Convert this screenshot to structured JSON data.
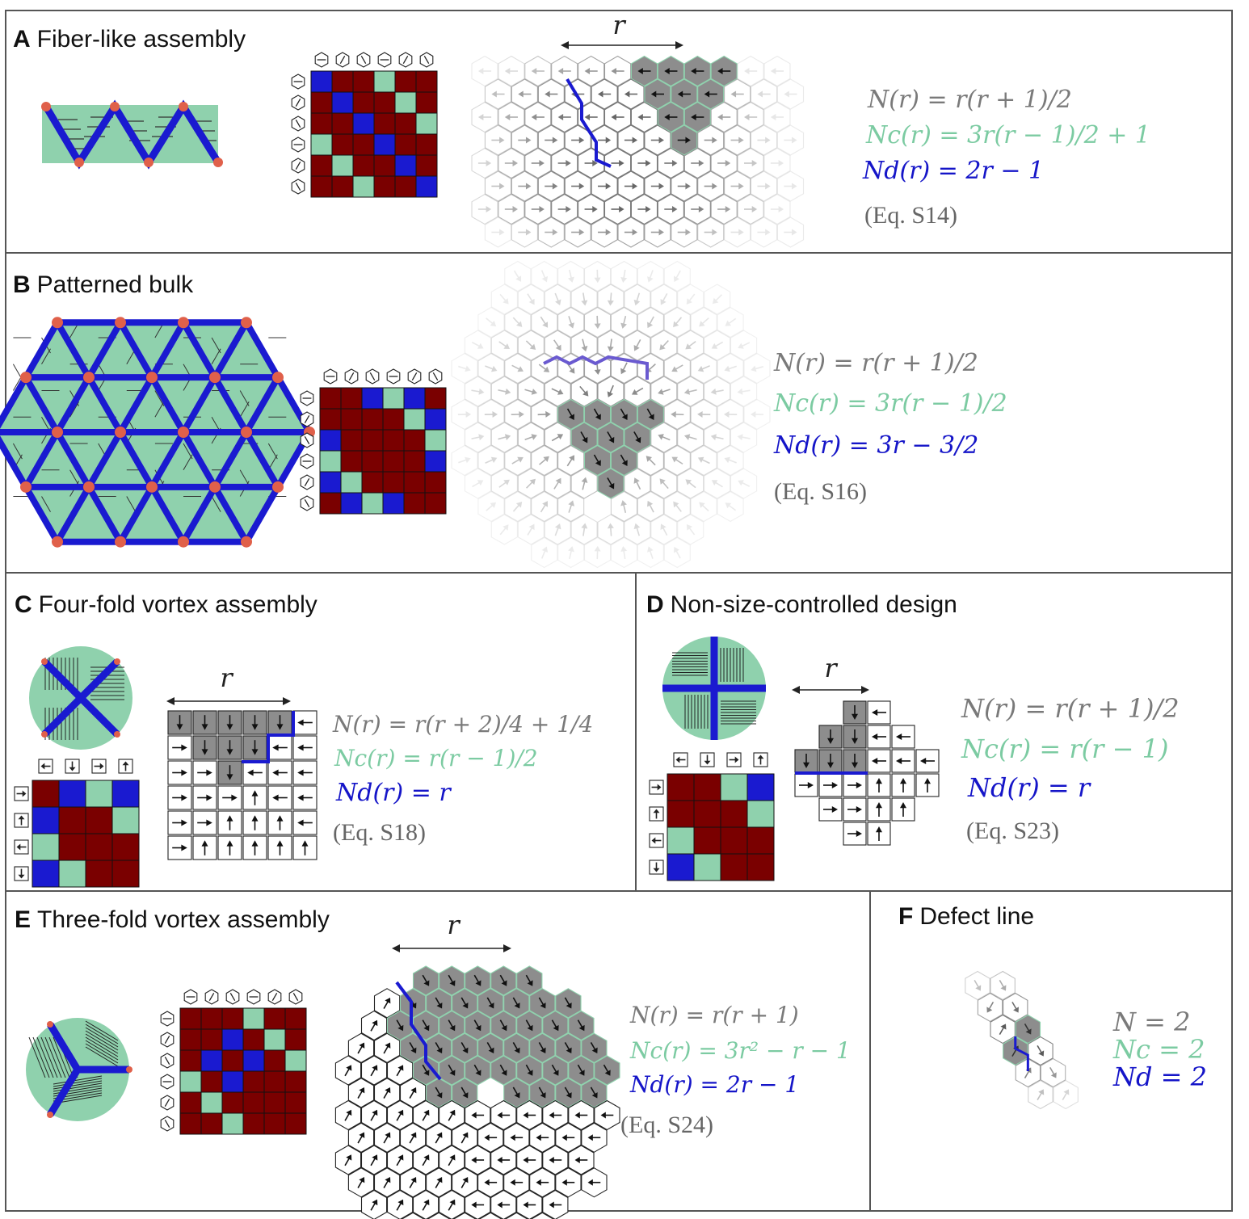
{
  "colors": {
    "green": "#8fd1ad",
    "blue": "#1a1ad0",
    "darkred": "#7a0000",
    "node": "#e0604a",
    "gray": "#8a8a8a"
  },
  "icons": [
    "hexagon-orientation-icon",
    "arrow-icon",
    "square-orientation-icon"
  ],
  "panels": {
    "A": {
      "letter": "A",
      "title": "Fiber-like assembly",
      "r": "r",
      "eq1": "N(r) = r(r + 1)/2",
      "eq2": "Nc(r) = 3r(r − 1)/2 + 1",
      "eq3": "Nd(r) = 2r − 1",
      "ref": "(Eq. S14)"
    },
    "B": {
      "letter": "B",
      "title": "Patterned bulk",
      "eq1": "N(r) = r(r + 1)/2",
      "eq2": "Nc(r) = 3r(r − 1)/2",
      "eq3": "Nd(r) = 3r − 3/2",
      "ref": "(Eq. S16)"
    },
    "C": {
      "letter": "C",
      "title": "Four-fold vortex assembly",
      "r": "r",
      "eq1": "N(r) = r(r + 2)/4 + 1/4",
      "eq2": "Nc(r) = r(r − 1)/2",
      "eq3": "Nd(r) = r",
      "ref": "(Eq. S18)"
    },
    "D": {
      "letter": "D",
      "title": "Non-size-controlled design",
      "r": "r",
      "eq1": "N(r) = r(r + 1)/2",
      "eq2": "Nc(r) = r(r − 1)",
      "eq3": "Nd(r) = r",
      "ref": "(Eq. S23)"
    },
    "E": {
      "letter": "E",
      "title": "Three-fold vortex assembly",
      "r": "r",
      "eq1": "N(r) = r(r + 1)",
      "eq2": "Nc(r) = 3r² − r − 1",
      "eq3": "Nd(r) = 2r − 1",
      "ref": "(Eq. S24)"
    },
    "F": {
      "letter": "F",
      "title": "Defect line",
      "eq1": "N = 2",
      "eq2": "Nc = 2",
      "eq3": "Nd = 2"
    }
  },
  "matrices": {
    "hex6_A": [
      "BRRGRR",
      "RBRRGR",
      "RRBRRG",
      "GRRBRR",
      "RGRRBR",
      "RRGRRB"
    ],
    "hex6_B": [
      "RRBGBR",
      "RRRRGB",
      "BRRRRG",
      "GRRRRB",
      "BGRRRR",
      "RBGBRR"
    ],
    "hex6_E": [
      "RRRGRR",
      "RRBRGR",
      "RBRBRG",
      "GRBRRR",
      "RGRRRR",
      "RRGRRR"
    ],
    "sq4_C": [
      "RBGB",
      "BRRG",
      "GRRR",
      "BGRR"
    ],
    "sq4_D": [
      "RRGB",
      "RRRG",
      "GRRR",
      "BGRR"
    ]
  }
}
